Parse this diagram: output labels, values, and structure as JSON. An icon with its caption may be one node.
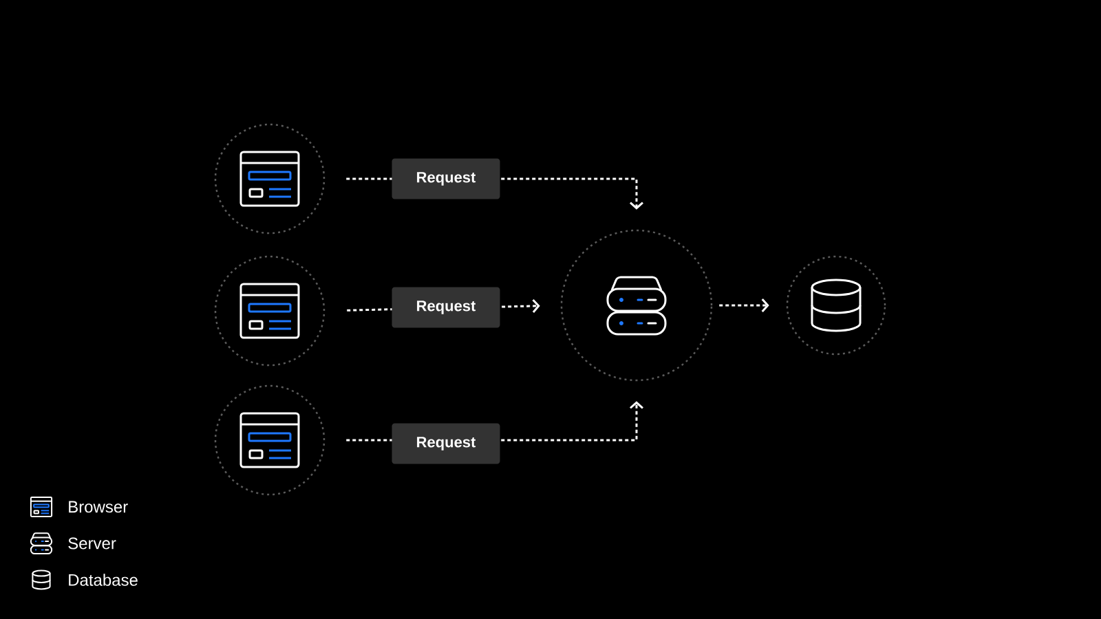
{
  "diagram": {
    "nodes": [
      {
        "text": [],
        "shape": "circle"
      },
      {
        "text": [],
        "shape": "circle"
      },
      {
        "text": [],
        "shape": "circle"
      },
      {
        "text": [],
        "shape": "circle"
      },
      {
        "text": [],
        "shape": "circle"
      }
    ],
    "edges": [
      {
        "from": 0,
        "to": 3,
        "arrow": "to",
        "label": "Request",
        "style": "dashed"
      },
      {
        "from": 1,
        "to": 3,
        "arrow": "to",
        "label": "Request",
        "style": "dashed"
      },
      {
        "from": 2,
        "to": 3,
        "arrow": "to",
        "label": "Request",
        "style": "dashed"
      },
      {
        "from": 3,
        "to": 4,
        "arrow": "to",
        "style": "dashed"
      }
    ],
    "legend": [
      {
        "text": "Browser"
      },
      {
        "text": "Server"
      },
      {
        "text": "Database"
      }
    ]
  }
}
